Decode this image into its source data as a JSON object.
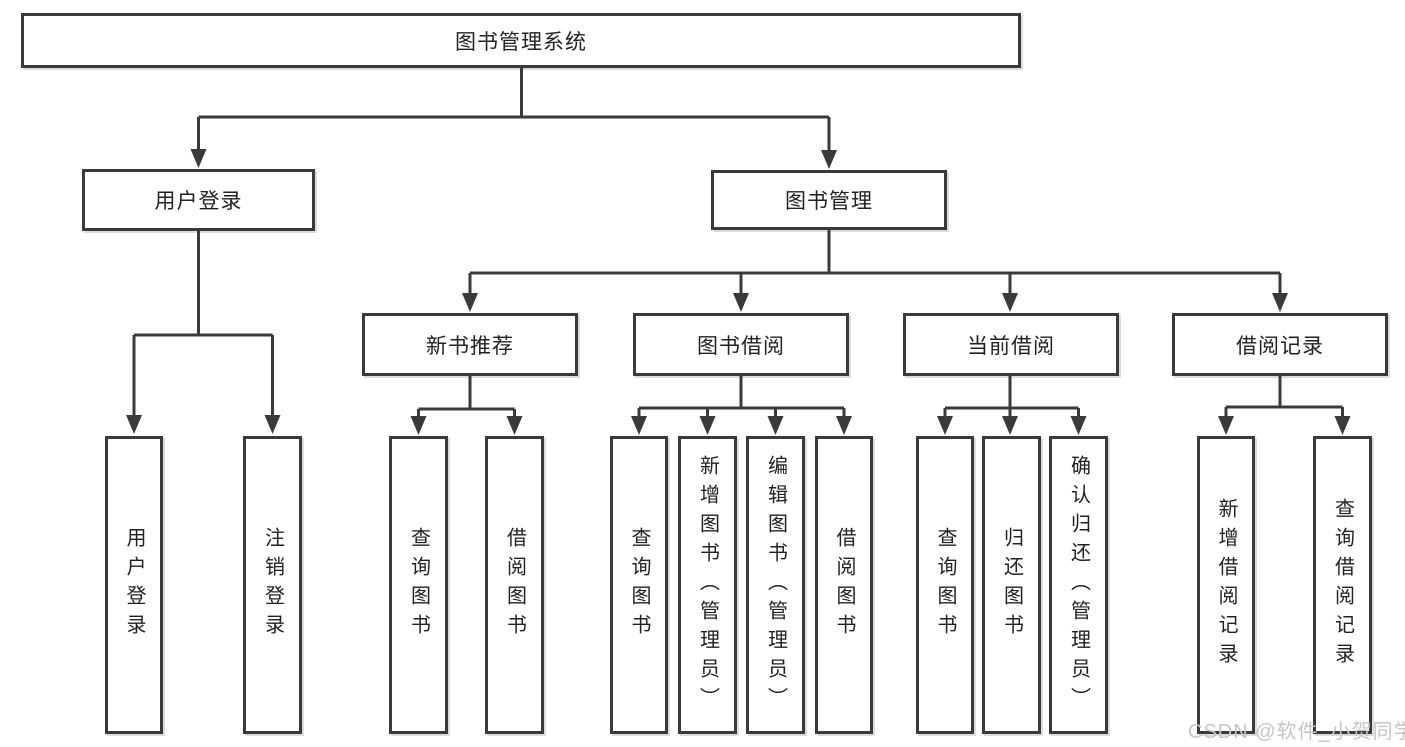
{
  "diagram": {
    "title": "图书管理系统",
    "user_login": {
      "label": "用户登录",
      "children": [
        "用户登录",
        "注销登录"
      ]
    },
    "book_mgmt": {
      "label": "图书管理",
      "groups": [
        {
          "label": "新书推荐",
          "children": [
            "查询图书",
            "借阅图书"
          ]
        },
        {
          "label": "图书借阅",
          "children": [
            "查询图书",
            "新增图书（管理员）",
            "编辑图书（管理员）",
            "借阅图书"
          ]
        },
        {
          "label": "当前借阅",
          "children": [
            "查询图书",
            "归还图书",
            "确认归还（管理员）"
          ]
        },
        {
          "label": "借阅记录",
          "children": [
            "新增借阅记录",
            "查询借阅记录"
          ]
        }
      ]
    }
  },
  "watermark": "CSDN @软件_小贺同学",
  "colors": {
    "line": "#3a3a3a",
    "text": "#222222",
    "watermark": "#c6c6c6",
    "background": "#ffffff"
  }
}
